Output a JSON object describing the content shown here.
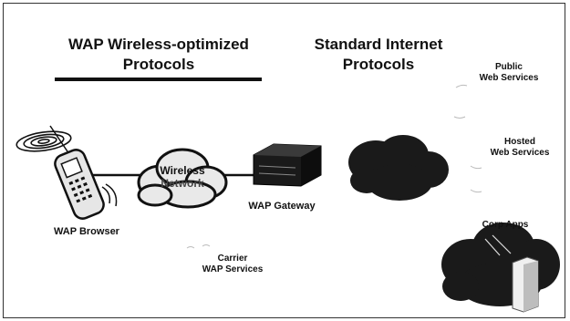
{
  "headings": {
    "left_line1": "WAP Wireless-optimized",
    "left_line2": "Protocols",
    "right_line1": "Standard Internet",
    "right_line2": "Protocols"
  },
  "labels": {
    "wap_browser": "WAP Browser",
    "wireless": "Wireless",
    "network": "Network",
    "wap_gateway": "WAP Gateway",
    "public_line1": "Public",
    "public_line2": "Web Services",
    "hosted_line1": "Hosted",
    "hosted_line2": "Web Services",
    "corp_apps": "Corp Apps",
    "carrier_line1": "Carrier",
    "carrier_line2": "WAP Services"
  },
  "colors": {
    "ink": "#111111",
    "cloud": "#1a1a1a",
    "cloud_light": "#e9e9e9"
  }
}
